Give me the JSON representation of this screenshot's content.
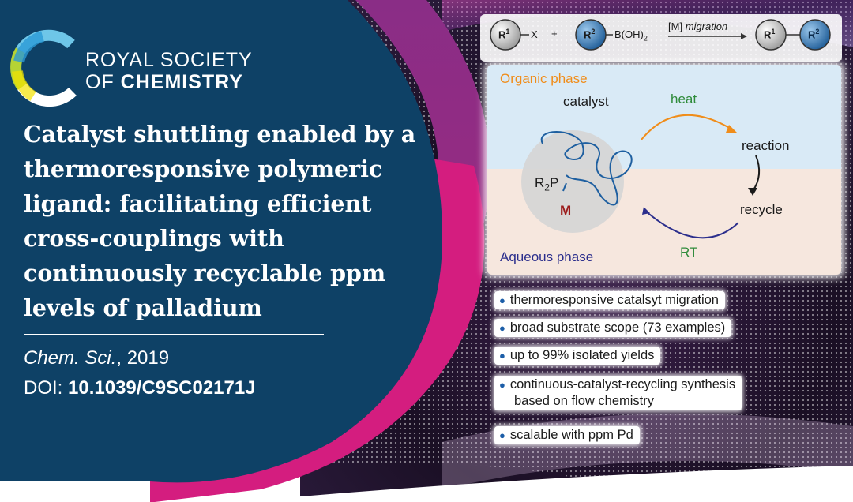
{
  "publisher": {
    "line1": "ROYAL SOCIETY",
    "line2_prefix": "OF ",
    "line2_bold": "CHEMISTRY"
  },
  "article": {
    "title": "Catalyst shuttling enabled by a thermoresponsive polymeric ligand: facilitating efficient cross-couplings with continuously recyclable ppm levels of palladium",
    "journal_italic": "Chem. Sci.",
    "journal_year": ", 2019",
    "doi_label": "DOI: ",
    "doi_value": "10.1039/C9SC02171J"
  },
  "scheme": {
    "r1": "R",
    "r1_sup": "1",
    "x": "X",
    "plus": "+",
    "r2": "R",
    "r2_sup": "2",
    "boron": "B(OH)",
    "boron_sub": "2",
    "arrow_label_bracket": "[M]",
    "arrow_label_italic": "migration"
  },
  "diagram": {
    "organic_phase": "Organic phase",
    "aqueous_phase": "Aqueous phase",
    "catalyst": "catalyst",
    "heat": "heat",
    "reaction": "reaction",
    "recycle": "recycle",
    "rt": "RT",
    "ligand_r": "R",
    "ligand_sub": "2",
    "ligand_p": "P",
    "metal": "M"
  },
  "highlights": [
    "thermoresponsive catalsyt migration",
    "broad substrate scope (73 examples)",
    "up to 99% isolated yields",
    "continuous-catalyst-recycling synthesis based on flow chemistry",
    "scalable with ppm Pd"
  ],
  "highlight_4_lines": [
    "continuous-catalyst-recycling synthesis",
    "based on flow chemistry"
  ],
  "colors": {
    "navy": "#0e4166",
    "magenta": "#d41d7f",
    "purple": "#8a2d86",
    "bullet_dot": "#1c5ea8",
    "organic": "#f08d1a",
    "aqueous": "#2b2e8c",
    "condition_green": "#2e8b3a",
    "metal_red": "#9b1b1b"
  }
}
